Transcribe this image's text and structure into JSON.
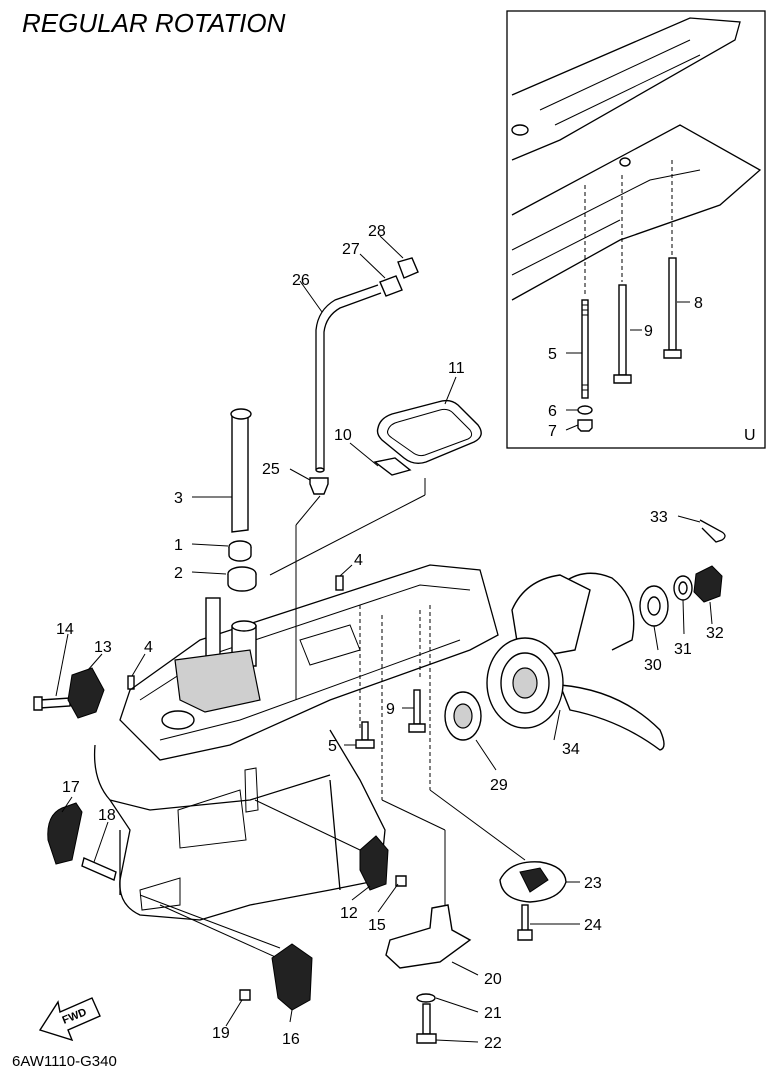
{
  "title": "REGULAR ROTATION",
  "diagram_code": "6AW1110-G340",
  "direction_label": "FWD",
  "inset_label": "U",
  "icons": [
    "fwd-arrow-icon"
  ],
  "callouts": [
    {
      "id": "c1",
      "label": "1"
    },
    {
      "id": "c2",
      "label": "2"
    },
    {
      "id": "c3",
      "label": "3"
    },
    {
      "id": "c4a",
      "label": "4"
    },
    {
      "id": "c4b",
      "label": "4"
    },
    {
      "id": "c5a",
      "label": "5"
    },
    {
      "id": "c5b",
      "label": "5"
    },
    {
      "id": "c6",
      "label": "6"
    },
    {
      "id": "c7",
      "label": "7"
    },
    {
      "id": "c8",
      "label": "8"
    },
    {
      "id": "c9a",
      "label": "9"
    },
    {
      "id": "c9b",
      "label": "9"
    },
    {
      "id": "c10",
      "label": "10"
    },
    {
      "id": "c11",
      "label": "11"
    },
    {
      "id": "c12",
      "label": "12"
    },
    {
      "id": "c13",
      "label": "13"
    },
    {
      "id": "c14",
      "label": "14"
    },
    {
      "id": "c15",
      "label": "15"
    },
    {
      "id": "c16",
      "label": "16"
    },
    {
      "id": "c17",
      "label": "17"
    },
    {
      "id": "c18",
      "label": "18"
    },
    {
      "id": "c19",
      "label": "19"
    },
    {
      "id": "c20",
      "label": "20"
    },
    {
      "id": "c21",
      "label": "21"
    },
    {
      "id": "c22",
      "label": "22"
    },
    {
      "id": "c23",
      "label": "23"
    },
    {
      "id": "c24",
      "label": "24"
    },
    {
      "id": "c25",
      "label": "25"
    },
    {
      "id": "c26",
      "label": "26"
    },
    {
      "id": "c27",
      "label": "27"
    },
    {
      "id": "c28",
      "label": "28"
    },
    {
      "id": "c29",
      "label": "29"
    },
    {
      "id": "c30",
      "label": "30"
    },
    {
      "id": "c31",
      "label": "31"
    },
    {
      "id": "c32",
      "label": "32"
    },
    {
      "id": "c33",
      "label": "33"
    },
    {
      "id": "c34",
      "label": "34"
    }
  ]
}
